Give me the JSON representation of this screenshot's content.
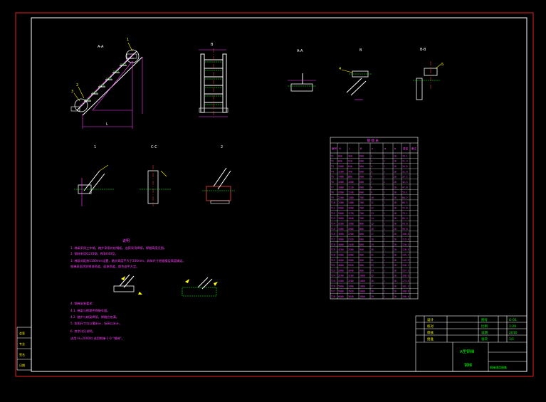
{
  "drawing": {
    "view_labels": {
      "elevation": "A-A",
      "end_view": "B",
      "section_aa": "A-A",
      "section_b": "B",
      "section_bb": "B-B",
      "node_1": "1",
      "node_cc": "C-C",
      "node_2": "2"
    },
    "callouts": {
      "c1": "1",
      "c2": "2",
      "c3": "3",
      "c4": "4",
      "c5": "5",
      "length_mark": "L"
    },
    "notes": {
      "heading": "说明",
      "lines": [
        "1. 梯梁采用工字钢，踏步采用花纹钢板，连接采用焊接，焊缝高度见图。",
        "2. 钢材采用Q235钢，焊条E43型。",
        "3. 梯段间距按1100mm设置，踏步高度不大于200mm，具体尺寸根据楼层高度确定。",
        "   钢梯表面涂防锈漆两道，面漆两道，颜色由甲方定。",
        "4. 钢梯安装要求：",
        "4.1. 梯梁与预埋件焊接牢固。",
        "4.2. 踏步与梯梁焊接，焊缝应饱满。",
        "5. 本图尺寸均以毫米计，标高以米计。",
        "6. 其余详见说明。",
        "选用  H=2000时  选用钢梯-1-0  “钢梯”。"
      ]
    },
    "table": {
      "title": "钢 梯 表",
      "header": [
        "编号",
        "H",
        "L",
        "B",
        "n",
        "a",
        "b",
        "重量",
        "备注"
      ],
      "rows": [
        [
          "T1",
          "600",
          "400",
          "600",
          "2",
          "1",
          "20",
          "16.1"
        ],
        [
          "T2",
          "800",
          "520",
          "600",
          "3",
          "1",
          "20",
          "21.4"
        ],
        [
          "T3",
          "1000",
          "640",
          "600",
          "4",
          "1",
          "20",
          "26.6"
        ],
        [
          "T4",
          "1200",
          "760",
          "600",
          "5",
          "1",
          "20",
          "31.9"
        ],
        [
          "T5",
          "1400",
          "880",
          "600",
          "6",
          "1",
          "20",
          "37.2"
        ],
        [
          "T6",
          "1600",
          "1000",
          "600",
          "7",
          "1",
          "20",
          "42.5"
        ],
        [
          "T7",
          "1800",
          "1120",
          "600",
          "8",
          "1",
          "20",
          "47.8"
        ],
        [
          "T8",
          "2000",
          "1240",
          "600",
          "9",
          "1",
          "20",
          "53.1"
        ],
        [
          "T9",
          "2200",
          "1360",
          "700",
          "10",
          "1",
          "20",
          "60.2"
        ],
        [
          "T10",
          "2400",
          "1480",
          "700",
          "11",
          "1",
          "20",
          "66.5"
        ],
        [
          "T11",
          "2600",
          "1600",
          "700",
          "12",
          "1",
          "20",
          "72.8"
        ],
        [
          "T12",
          "2800",
          "1720",
          "700",
          "13",
          "1",
          "20",
          "79.1"
        ],
        [
          "T13",
          "3000",
          "1840",
          "700",
          "14",
          "1",
          "20",
          "85.4"
        ],
        [
          "T14",
          "3200",
          "1960",
          "800",
          "15",
          "1",
          "20",
          "93.0"
        ],
        [
          "T15",
          "3400",
          "2080",
          "800",
          "16",
          "1",
          "20",
          "99.8"
        ],
        [
          "T16",
          "3600",
          "2200",
          "800",
          "17",
          "1",
          "20",
          "106.6"
        ],
        [
          "T17",
          "3800",
          "2320",
          "800",
          "18",
          "1",
          "20",
          "113.4"
        ],
        [
          "T18",
          "4000",
          "2440",
          "800",
          "19",
          "1",
          "20",
          "120.2"
        ],
        [
          "T19",
          "4200",
          "2560",
          "900",
          "20",
          "1",
          "20",
          "128.5"
        ],
        [
          "T20",
          "4400",
          "2680",
          "900",
          "21",
          "1",
          "20",
          "135.7"
        ],
        [
          "T21",
          "4600",
          "2800",
          "900",
          "22",
          "1",
          "20",
          "142.9"
        ],
        [
          "T22",
          "4800",
          "2920",
          "900",
          "23",
          "1",
          "20",
          "150.1"
        ],
        [
          "T23",
          "5000",
          "3040",
          "900",
          "24",
          "1",
          "20",
          "157.3"
        ],
        [
          "T24",
          "5200",
          "3160",
          "1000",
          "25",
          "1",
          "20",
          "166.0"
        ],
        [
          "T25",
          "5400",
          "3280",
          "1000",
          "26",
          "1",
          "20",
          "173.6"
        ],
        [
          "T26",
          "5600",
          "3400",
          "1000",
          "27",
          "1",
          "20",
          "181.2"
        ],
        [
          "T27",
          "5800",
          "3520",
          "1000",
          "28",
          "1",
          "20",
          "188.8"
        ],
        [
          "T28",
          "6000",
          "3640",
          "1000",
          "29",
          "1",
          "20",
          "196.4"
        ]
      ]
    },
    "title_block": {
      "drawing_name": "A型钢梯",
      "title_short": "钢梯",
      "project": "钢梯通用图集",
      "fields": [
        "设计",
        "校对",
        "审核",
        "批准"
      ],
      "meta": [
        "图号",
        "比例",
        "日期",
        "张次"
      ],
      "meta_values": [
        "G-01",
        "1:20",
        "2010",
        "1/1"
      ]
    },
    "side_stamp": {
      "lines": [
        "会签",
        "专业",
        "签名",
        "日期"
      ]
    }
  }
}
